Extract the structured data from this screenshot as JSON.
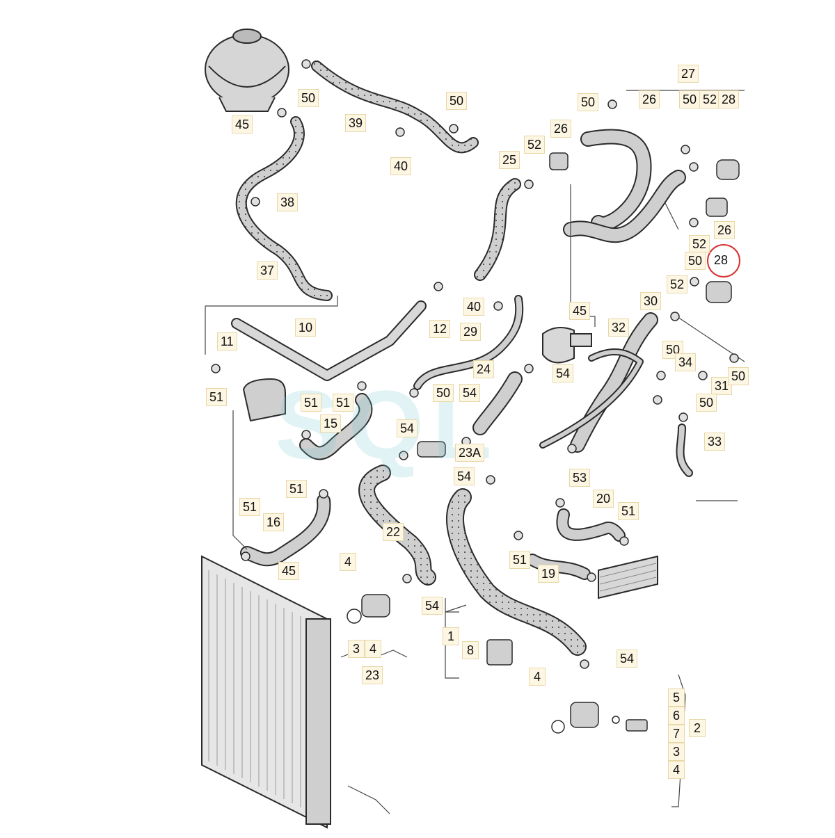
{
  "diagram": {
    "highlighted_label": "28",
    "watermark": "SQL",
    "labels": [
      "27",
      "26",
      "50",
      "52",
      "28",
      "50",
      "50",
      "39",
      "50",
      "45",
      "40",
      "26",
      "52",
      "25",
      "38",
      "26",
      "52",
      "37",
      "50",
      "28",
      "52",
      "40",
      "30",
      "12",
      "45",
      "32",
      "29",
      "11",
      "10",
      "51",
      "50",
      "34",
      "24",
      "54",
      "31",
      "50",
      "51",
      "51",
      "50",
      "54",
      "50",
      "15",
      "33",
      "54",
      "23A",
      "53",
      "54",
      "51",
      "20",
      "51",
      "16",
      "22",
      "51",
      "4",
      "45",
      "19",
      "51",
      "54",
      "1",
      "3",
      "4",
      "23",
      "8",
      "54",
      "4",
      "5",
      "6",
      "7",
      "3",
      "4",
      "2"
    ]
  },
  "colors": {
    "hose_fill": "#c9c9c9",
    "hose_stroke": "#2a2a2a",
    "highlight": "#d93030",
    "label_bg": "#fdf6e3"
  }
}
